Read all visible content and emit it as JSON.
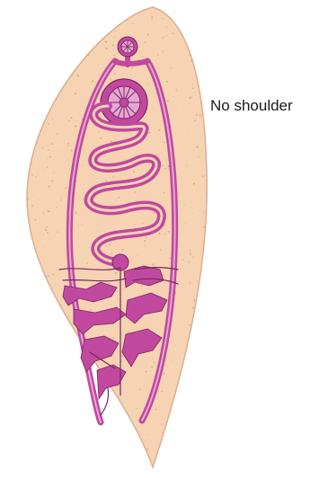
{
  "annotation": {
    "text": "No shoulder"
  },
  "colors": {
    "body_fill": "#f6d3b3",
    "body_outline": "#d9b08e",
    "organ_pink": "#c0499f",
    "organ_dark": "#7a2560",
    "organ_light": "#e7a7d3",
    "speckle": "#c9976a"
  },
  "figure": {
    "subject": "flatworm-specimen",
    "features": [
      "oral-sucker",
      "ventral-sucker",
      "uterus-coils",
      "ovary",
      "testes",
      "intestinal-caeca",
      "body-outline"
    ]
  }
}
